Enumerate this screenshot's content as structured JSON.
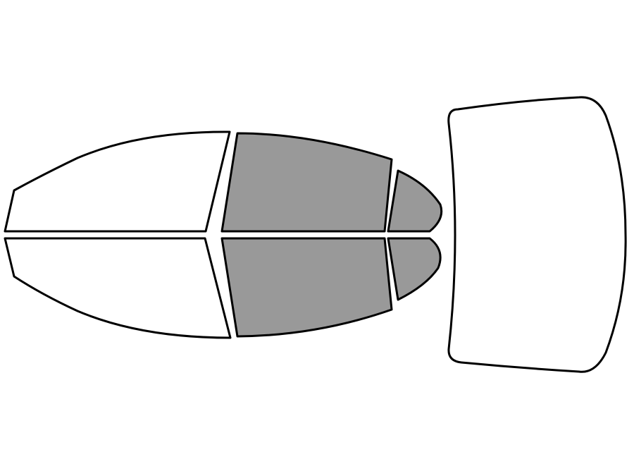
{
  "colors": {
    "background": "#ffffff",
    "outline": "#000000",
    "untinted": "#ffffff",
    "tinted": "#999999"
  },
  "windows": [
    {
      "id": "front-door-top",
      "tinted": false
    },
    {
      "id": "front-door-bottom",
      "tinted": false
    },
    {
      "id": "rear-door-top",
      "tinted": true
    },
    {
      "id": "rear-door-bottom",
      "tinted": true
    },
    {
      "id": "rear-quarter-top",
      "tinted": true
    },
    {
      "id": "rear-quarter-bottom",
      "tinted": true
    },
    {
      "id": "rear-windshield",
      "tinted": false
    }
  ]
}
